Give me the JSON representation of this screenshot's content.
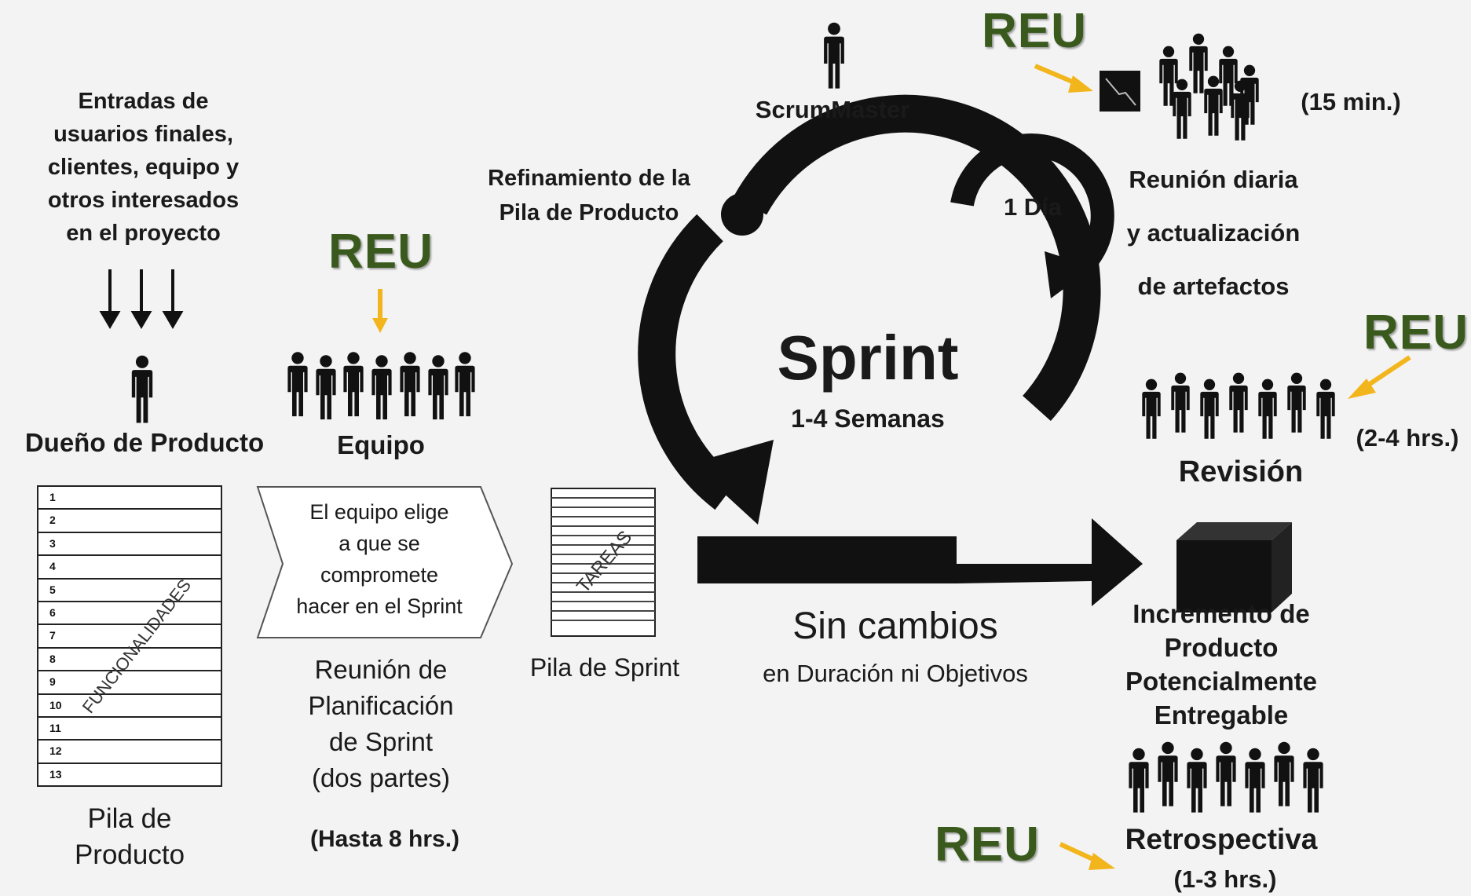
{
  "inputs_text": "Entradas de usuarios finales, clientes, equipo y otros interesados en el proyecto",
  "inputs_lines": [
    "Entradas de",
    "usuarios finales,",
    "clientes,  equipo y",
    "otros interesados",
    "en el proyecto"
  ],
  "reu_label": "REU",
  "product_owner": "Dueño de Producto",
  "team": "Equipo",
  "product_backlog": {
    "rows": [
      "1",
      "2",
      "3",
      "4",
      "5",
      "6",
      "7",
      "8",
      "9",
      "10",
      "11",
      "12",
      "13"
    ],
    "rotated_label": "FUNCIONALIDADES",
    "caption_lines": [
      "Pila de",
      "Producto"
    ]
  },
  "planning": {
    "chevron_lines": [
      "El equipo elige",
      "a que se",
      "compromete",
      "hacer en el Sprint"
    ],
    "meeting_lines": [
      "Reunión de",
      "Planificación",
      "de Sprint",
      "(dos partes)"
    ],
    "duration": "(Hasta 8 hrs.)"
  },
  "sprint_backlog": {
    "rotated_label": "TAREAS",
    "caption": "Pila de Sprint"
  },
  "refinement_lines": [
    "Refinamiento de la",
    "Pila de Producto"
  ],
  "scrum_master": "ScrumMaster",
  "sprint": {
    "title": "Sprint",
    "subtitle": "1-4 Semanas",
    "daily_loop": "1 Día",
    "no_changes": "Sin cambios",
    "no_changes_sub": "en Duración ni Objetivos"
  },
  "daily": {
    "duration": "(15 min.)",
    "lines": [
      "Reunión diaria",
      "y actualización",
      "de artefactos"
    ]
  },
  "review": {
    "label": "Revisión",
    "duration": "(2-4 hrs.)"
  },
  "increment_lines": [
    "Incremento de",
    "Producto",
    "Potencialmente",
    "Entregable"
  ],
  "retro": {
    "label": "Retrospectiva",
    "duration": "(1-3 hrs.)"
  },
  "colors": {
    "reu_text": "#3a5a1d",
    "reu_arrow": "#f2b61c",
    "ink": "#111111",
    "background": "#f3f3f3"
  }
}
